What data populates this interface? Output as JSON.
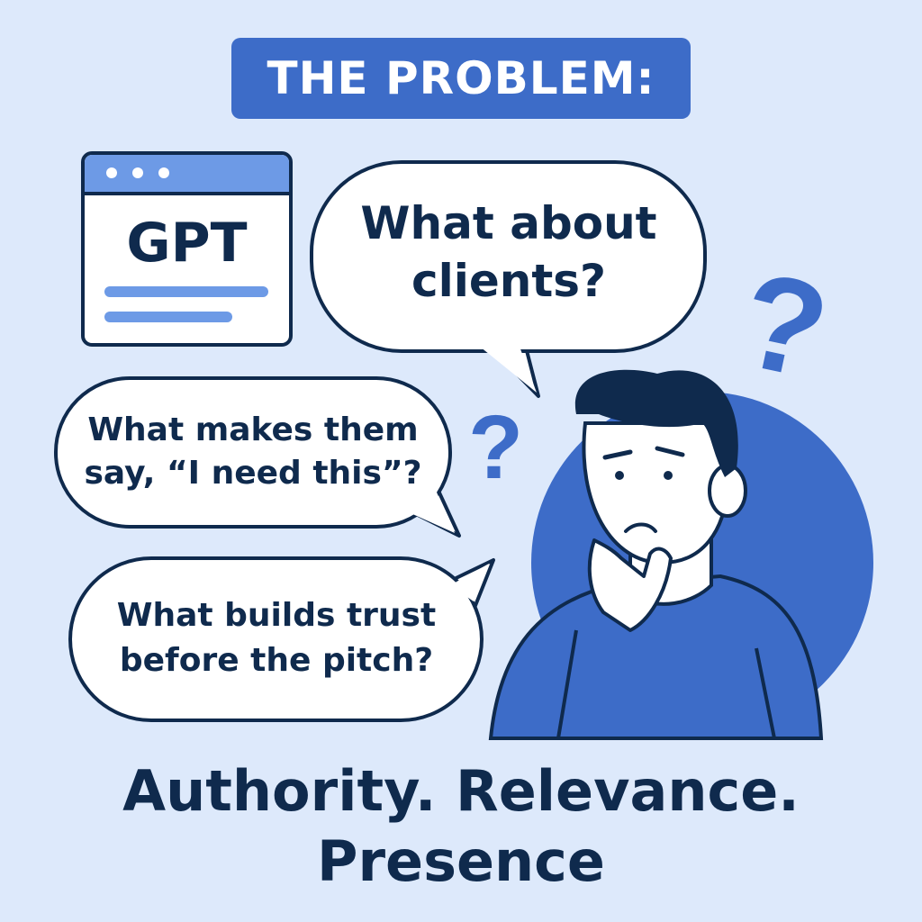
{
  "title": "THE PROBLEM:",
  "browser_window": {
    "label": "GPT"
  },
  "bubbles": [
    {
      "line1": "What about",
      "line2": "clients?"
    },
    {
      "line1": "What makes them",
      "line2": "say, “I need this”?"
    },
    {
      "line1": "What builds trust",
      "line2": "before the pitch?"
    }
  ],
  "question_marks": [
    "?",
    "?"
  ],
  "footer": {
    "line1": "Authority. Relevance.",
    "line2": "Presence"
  },
  "colors": {
    "background": "#dde9fb",
    "accent": "#3d6cc8",
    "navy": "#0f2a4d",
    "light_blue": "#6d9ae6"
  }
}
